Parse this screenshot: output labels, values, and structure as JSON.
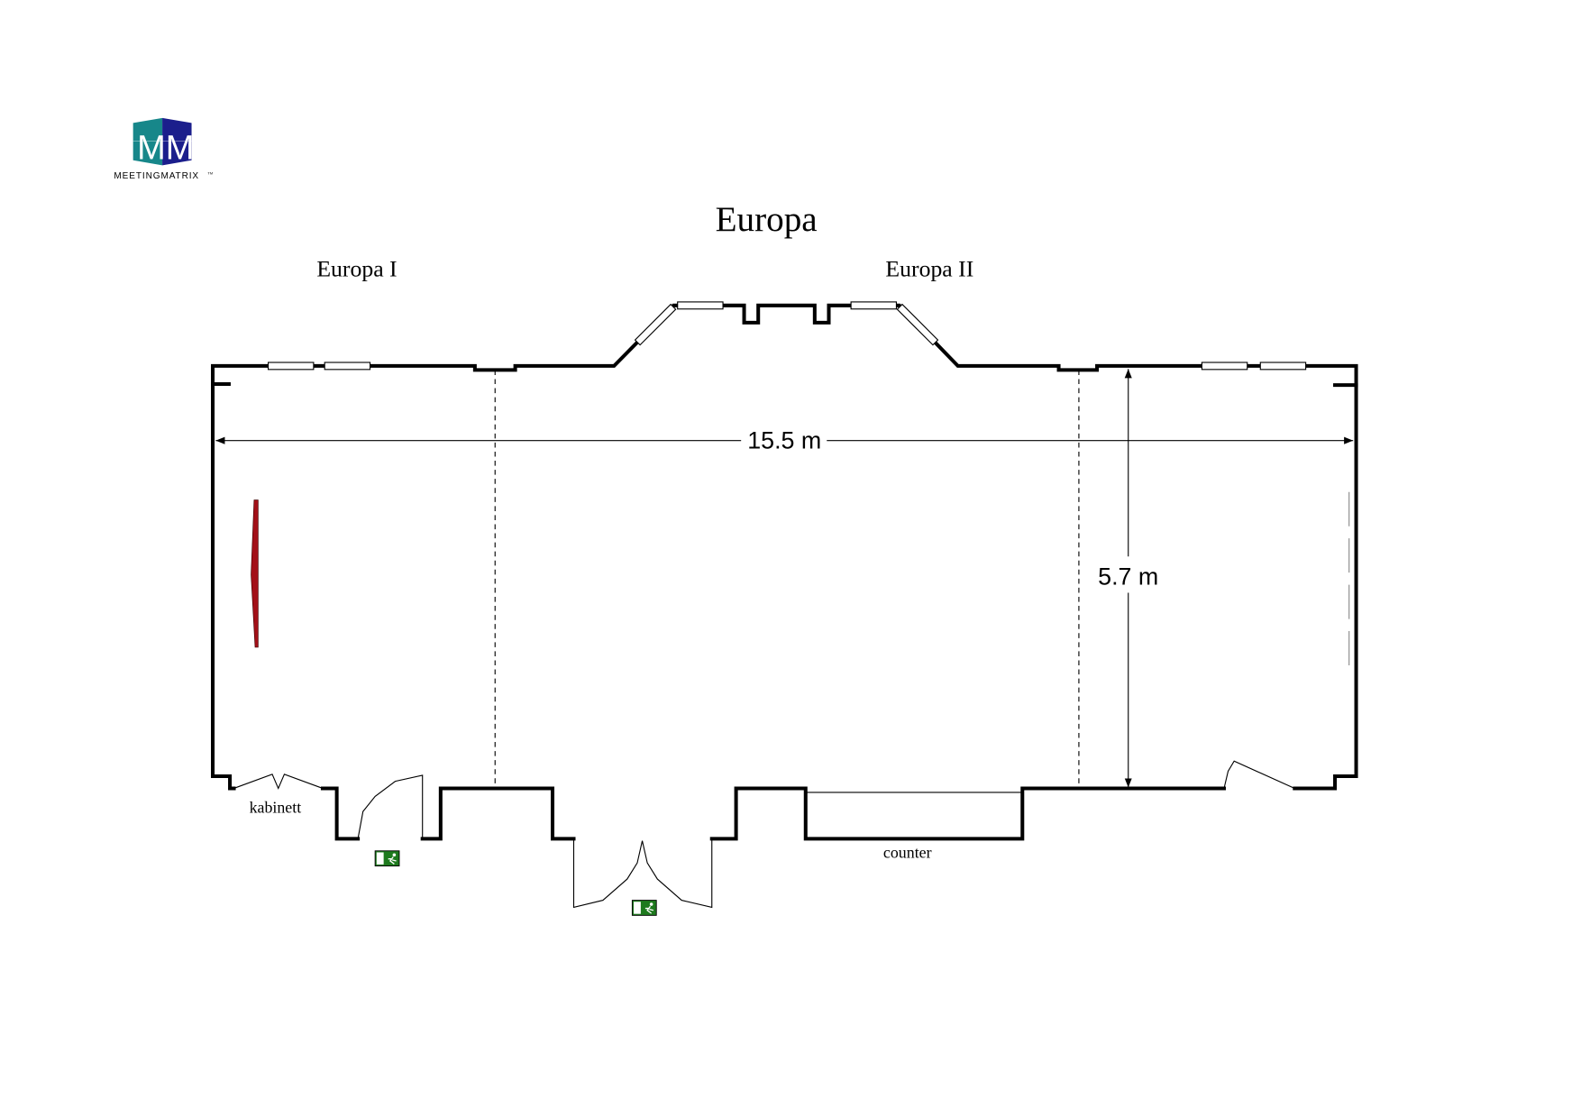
{
  "logo": {
    "text": "MEETINGMATRIX",
    "tm": "TM",
    "colors": {
      "left": "#17878a",
      "right": "#1b1e8c"
    }
  },
  "title": "Europa",
  "sections": {
    "left": "Europa I",
    "right": "Europa II"
  },
  "dimensions": {
    "width": "15.5 m",
    "depth": "5.7 m"
  },
  "labels": {
    "kabinett": "kabinett",
    "counter": "counter"
  },
  "colors": {
    "stage": "#a31018",
    "exit": "#1e7a1e"
  },
  "icons": [
    "exit-sign-icon",
    "exit-sign-icon"
  ]
}
